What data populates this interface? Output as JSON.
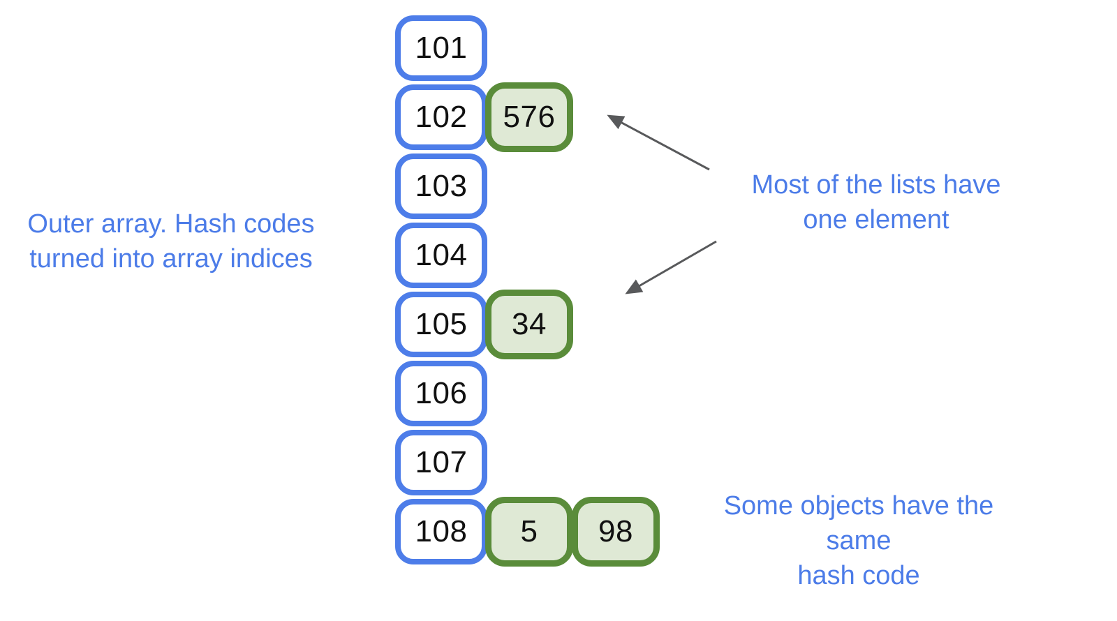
{
  "colors": {
    "blue_border": "#4D7DE9",
    "blue_text": "#4C7CE8",
    "green_border": "#5A8C3A",
    "green_fill": "#DFE9D5",
    "arrow": "#58595B",
    "number": "#111111",
    "background": "#FFFFFF"
  },
  "captions": {
    "outer_array": {
      "line1": "Outer array. Hash codes",
      "line2": "turned into array indices"
    },
    "single_element": {
      "line1": "Most of the lists have",
      "line2": "one element"
    },
    "collision": {
      "line1": "Some objects have the same",
      "line2": "hash code"
    }
  },
  "array": {
    "rows": [
      {
        "index": "101",
        "chain": []
      },
      {
        "index": "102",
        "chain": [
          "576"
        ]
      },
      {
        "index": "103",
        "chain": []
      },
      {
        "index": "104",
        "chain": []
      },
      {
        "index": "105",
        "chain": [
          "34"
        ]
      },
      {
        "index": "106",
        "chain": []
      },
      {
        "index": "107",
        "chain": []
      },
      {
        "index": "108",
        "chain": [
          "5",
          "98"
        ]
      }
    ]
  }
}
